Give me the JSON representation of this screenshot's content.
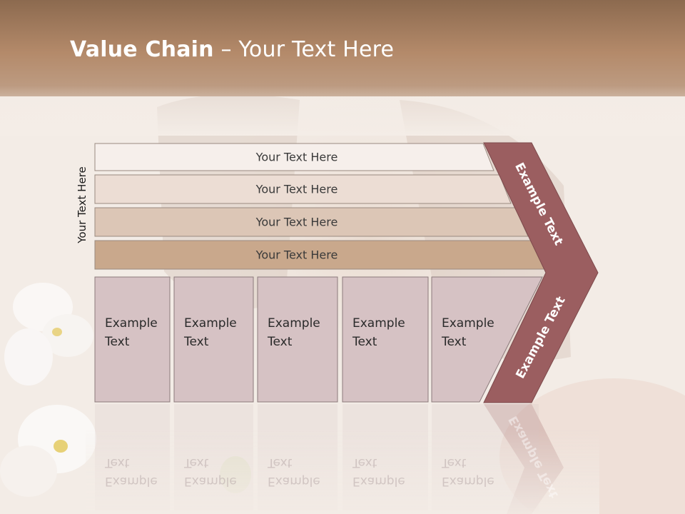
{
  "slide": {
    "title_bold": "Value Chain",
    "title_rest": " – Your Text Here",
    "side_label": "Your Text Here"
  },
  "rows": [
    {
      "label": "Your Text Here",
      "fill": "#f6efeb"
    },
    {
      "label": "Your Text Here",
      "fill": "#ecddd4"
    },
    {
      "label": "Your Text Here",
      "fill": "#dcc6b6"
    },
    {
      "label": "Your Text Here",
      "fill": "#c9a88c"
    }
  ],
  "boxes": [
    {
      "line1": "Example",
      "line2": "Text"
    },
    {
      "line1": "Example",
      "line2": "Text"
    },
    {
      "line1": "Example",
      "line2": "Text"
    },
    {
      "line1": "Example",
      "line2": "Text"
    },
    {
      "line1": "Example",
      "line2": "Text"
    }
  ],
  "arrow": {
    "upper_label": "Example Text",
    "lower_label": "Example Text",
    "color": "#9b5e60"
  },
  "colors": {
    "header": "#b48a6a",
    "box_fill": "#d6c2c4",
    "box_border": "#8c7b7c"
  }
}
